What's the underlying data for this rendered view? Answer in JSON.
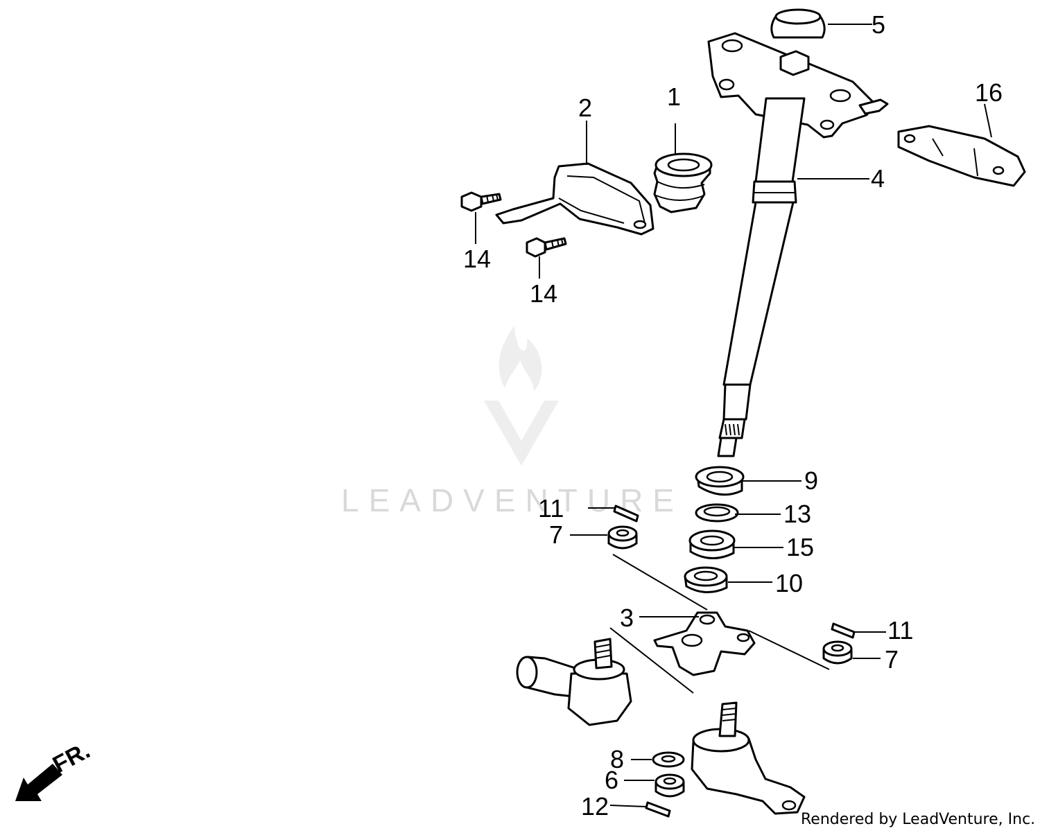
{
  "watermark": {
    "brand": "LEADVENTURE"
  },
  "credit": "Rendered by LeadVenture, Inc.",
  "direction_indicator": {
    "label": "FR."
  },
  "callouts": {
    "c1": "1",
    "c2": "2",
    "c3": "3",
    "c4": "4",
    "c5": "5",
    "c6": "6",
    "c7a": "7",
    "c7b": "7",
    "c8": "8",
    "c9": "9",
    "c10": "10",
    "c11a": "11",
    "c11b": "11",
    "c12": "12",
    "c13": "13",
    "c14a": "14",
    "c14b": "14",
    "c15": "15",
    "c16": "16"
  }
}
